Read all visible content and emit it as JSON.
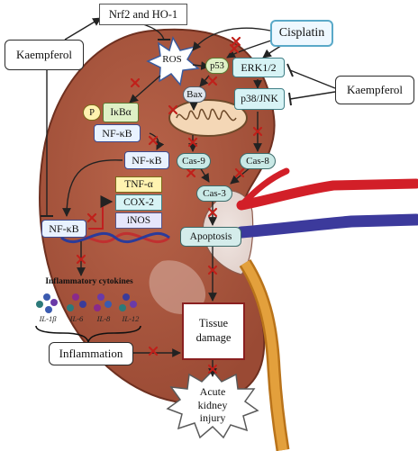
{
  "diagram": {
    "kaempferol_left": "Kaempferol",
    "kaempferol_right": "Kaempferol",
    "nrf2": "Nrf2 and HO-1",
    "cisplatin": "Cisplatin",
    "ros": "ROS",
    "p53": "p53",
    "erk": "ERK1/2",
    "p38": "p38/JNK",
    "bax": "Bax",
    "p": "P",
    "ikba": "IκBα",
    "nfkb_top": "NF-κB",
    "nfkb_mid": "NF-κB",
    "nfkb_nucleus": "NF-κB",
    "tnfa": "TNF-α",
    "cox2": "COX-2",
    "inos": "iNOS",
    "cas9": "Cas-9",
    "cas8": "Cas-8",
    "cas3": "Cas-3",
    "apoptosis": "Apoptosis",
    "cytokines_title": "Inflammatory cytokines",
    "il1b": "IL-1β",
    "il6": "IL-6",
    "il8": "IL-8",
    "il12": "IL-12",
    "inflammation": "Inflammation",
    "tissue_damage": "Tissue damage",
    "aki": "Acute kidney injury"
  },
  "colors": {
    "kidney": "#a8553e",
    "kidney_edge": "#6e3020",
    "inhibit": "#c0201a",
    "artery": "#d21f28",
    "vein": "#3c3a9c",
    "ureter": "#d9922a"
  }
}
